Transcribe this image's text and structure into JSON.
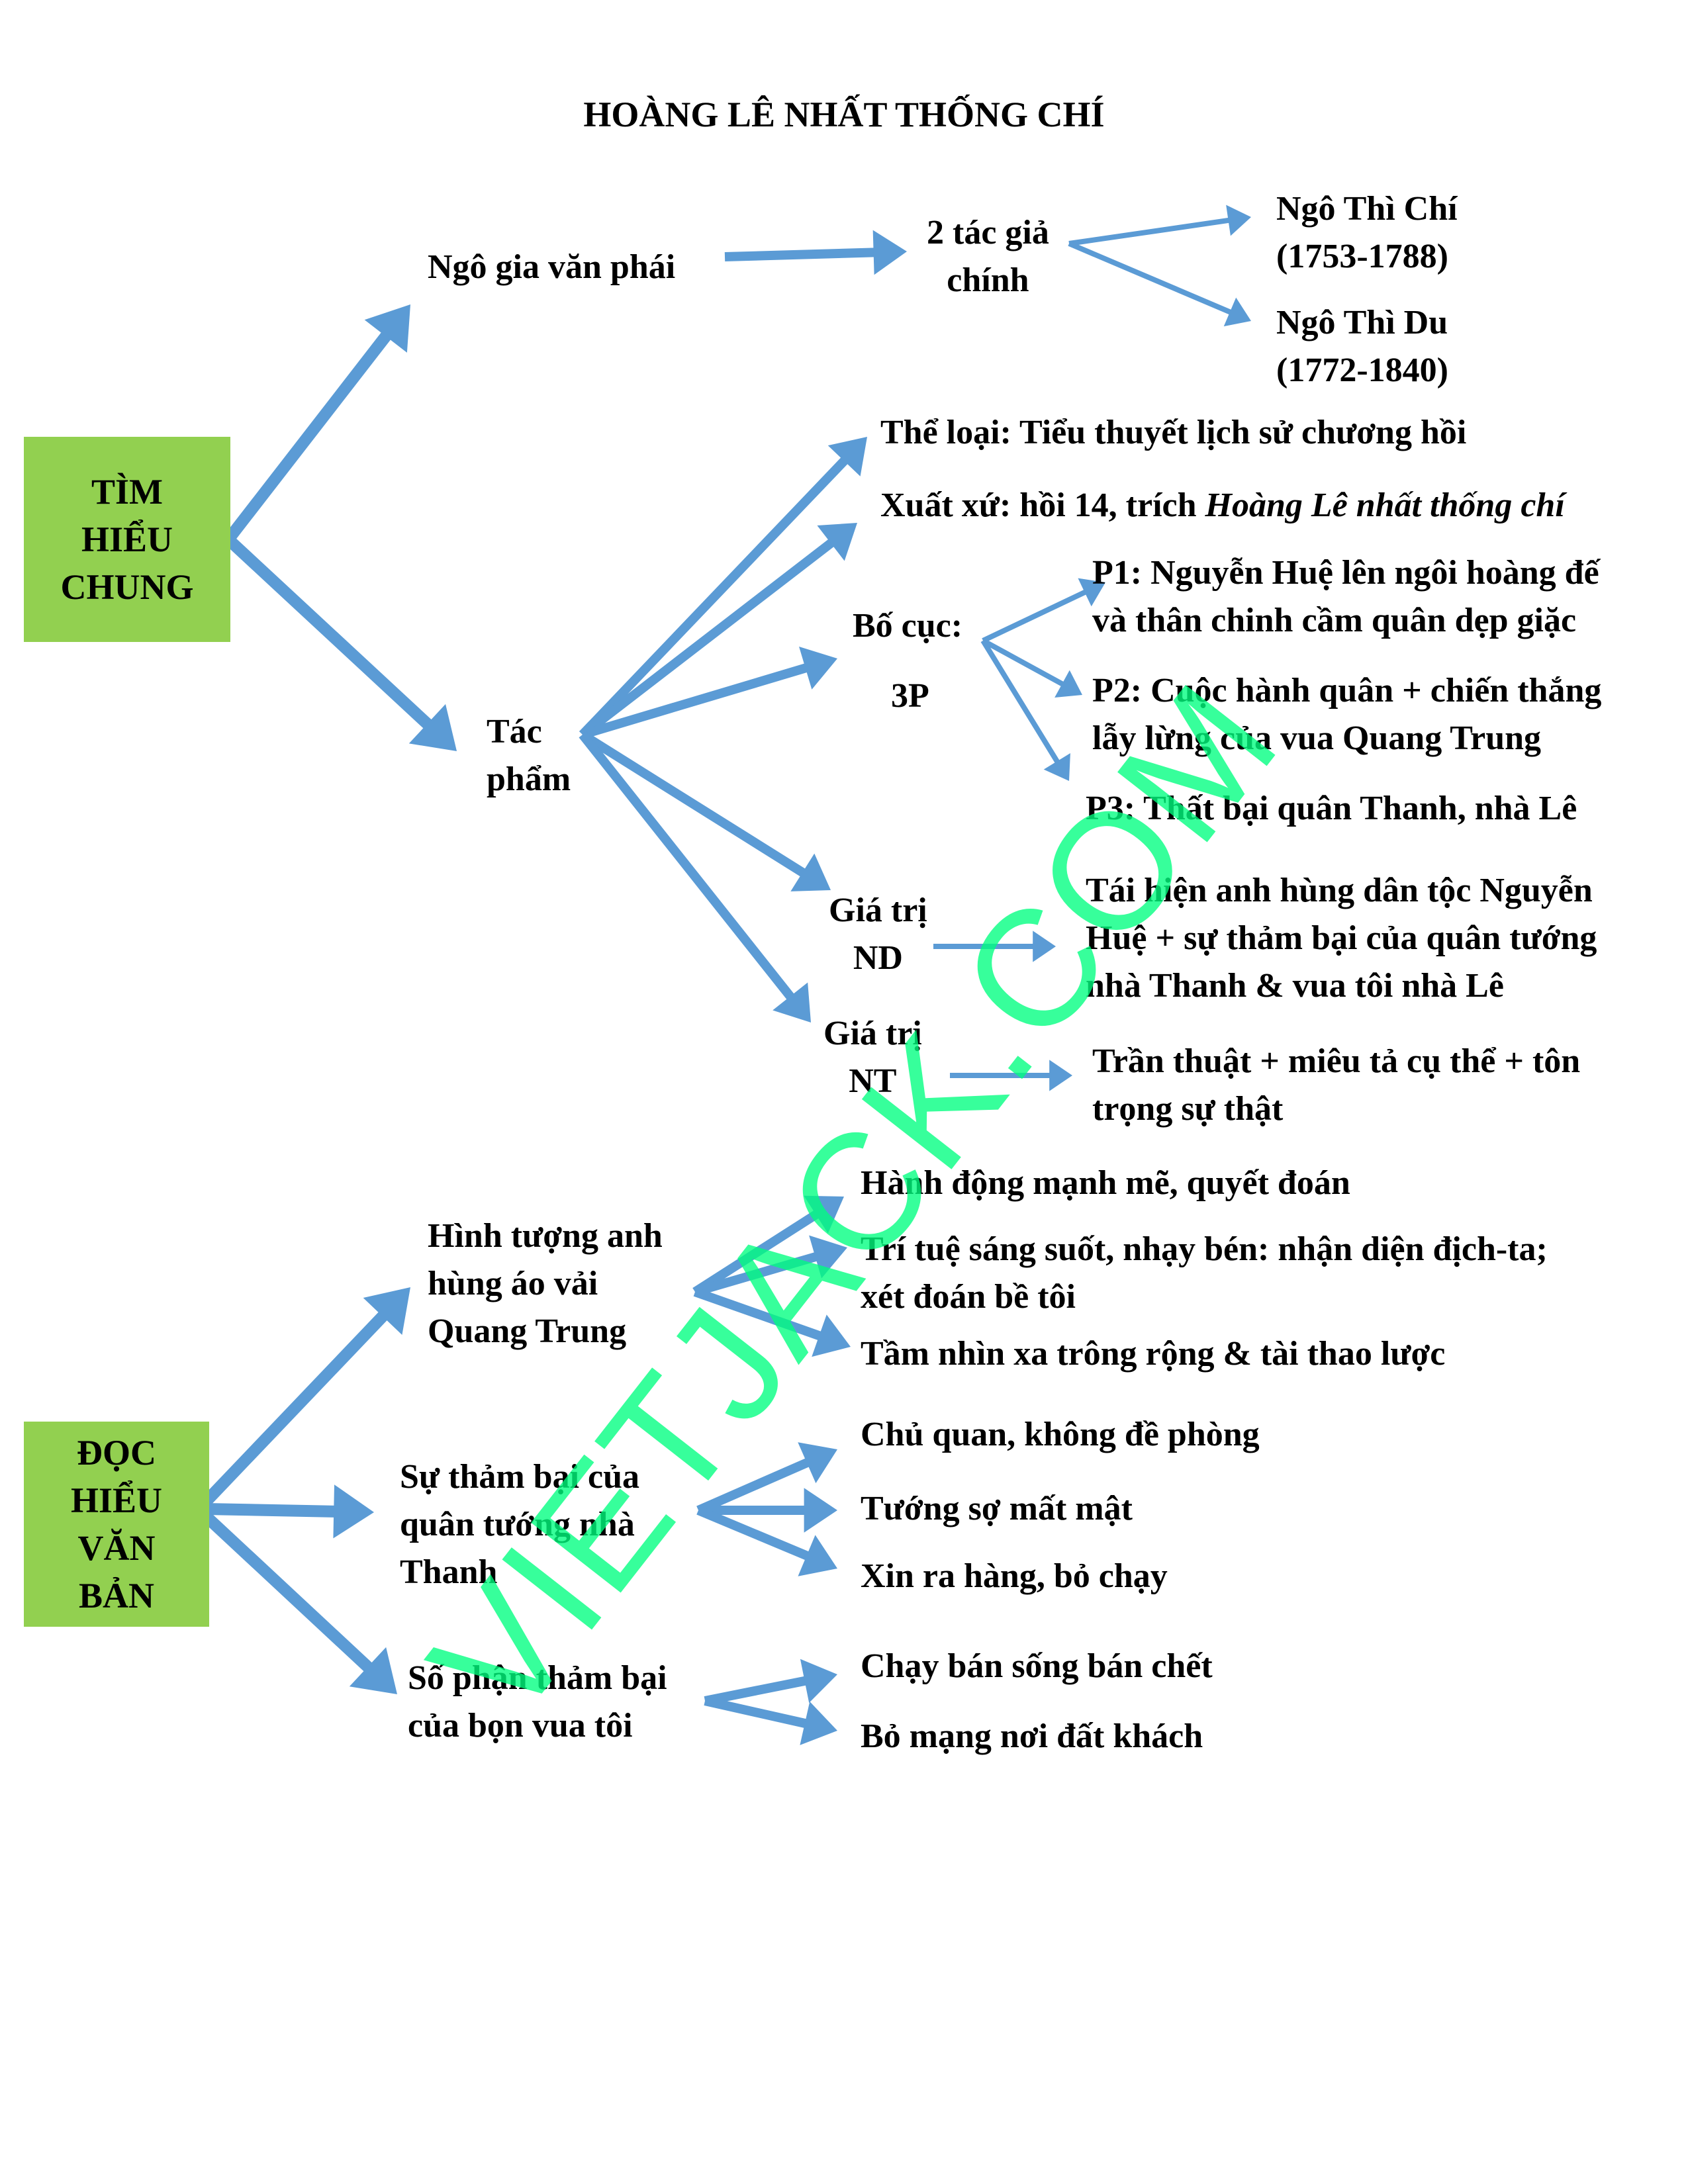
{
  "title": "HOÀNG LÊ NHẤT THỐNG CHÍ",
  "watermark": "VIETJACK.COM",
  "colors": {
    "box": "#92d050",
    "arrow": "#5b9bd5",
    "watermark": "#00ff7f"
  },
  "section1": {
    "box_label": "TÌM\nHIỂU\nCHUNG",
    "ngo_gia": "Ngô gia văn phái",
    "tac_gia": "2 tác giả\nchính",
    "author1": "Ngô Thì Chí\n(1753-1788)",
    "author2": "Ngô Thì Du\n(1772-1840)",
    "tac_pham": "Tác\nphẩm",
    "the_loai": "Thể loại: Tiểu thuyết lịch sử chương hồi",
    "xuat_xu_prefix": "Xuất xứ: hồi 14, trích ",
    "xuat_xu_title": "Hoàng Lê nhất thống chí",
    "bo_cuc": "Bố cục:",
    "bo_cuc_3p": "3P",
    "p1": "P1: Nguyễn Huệ lên ngôi hoàng đế\nvà thân chinh cầm quân dẹp giặc",
    "p2": "P2: Cuộc hành quân + chiến thắng\nlẫy lừng của vua Quang Trung",
    "p3": "P3: Thất bại quân Thanh, nhà Lê",
    "gia_tri_nd": "Giá trị\nND",
    "nd_text": "Tái hiện anh hùng dân tộc Nguyễn\nHuệ + sự thảm bại của quân tướng\nnhà Thanh & vua tôi nhà Lê",
    "gia_tri_nt": "Giá trị\nNT",
    "nt_text": "Trần thuật + miêu tả cụ thể + tôn\ntrọng sự thật"
  },
  "section2": {
    "box_label": "ĐỌC\nHIỂU\nVĂN\nBẢN",
    "hinh_tuong": "Hình tượng anh\nhùng áo vải\nQuang Trung",
    "ht1": "Hành động mạnh mẽ, quyết đoán",
    "ht2": "Trí tuệ sáng suốt, nhạy bén: nhận diện địch-ta;\nxét đoán bề tôi",
    "ht3": "Tầm nhìn xa trông rộng & tài thao lược",
    "su_tham_bai": "Sự thảm bại của\nquân tướng nhà\nThanh",
    "tb1": "Chủ quan, không đề phòng",
    "tb2": "Tướng sợ mất mật",
    "tb3": "Xin ra hàng, bỏ chạy",
    "so_phan": "Số phận thảm bại\ncủa bọn vua tôi",
    "sp1": "Chạy bán sống bán chết",
    "sp2": "Bỏ mạng nơi đất khách"
  }
}
